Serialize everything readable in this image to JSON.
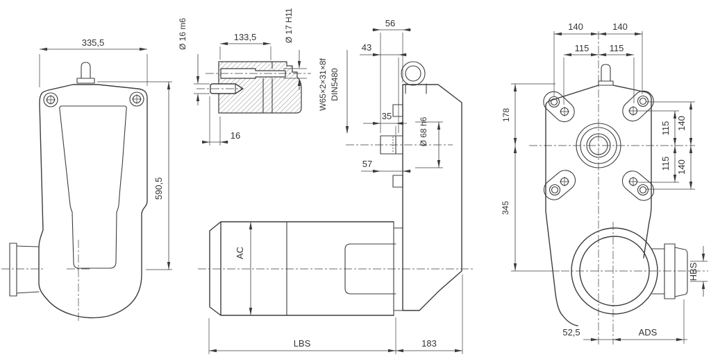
{
  "drawing": {
    "kind": "engineering-multiview-drawing",
    "colors": {
      "background": "#ffffff",
      "line": "#3b3b3b"
    },
    "views": {
      "side": {
        "width": "335,5",
        "height": "590,5"
      },
      "section": {
        "width": "133,5",
        "pin_diameter": "Ø 16 m6",
        "bore_diameter": "Ø 17 H11",
        "pin_protrusion": "16"
      },
      "drive": {
        "dim_56": "56",
        "dim_43": "43",
        "spline_line1": "W65×2×31×8f",
        "spline_line2": "DIN5480",
        "dim_35": "35",
        "hub_diameter": "Ø 68 h6",
        "dim_57": "57",
        "motor_diameter": "AC",
        "motor_length": "LBS",
        "housing_width": "183"
      },
      "front": {
        "span_140_left": "140",
        "span_140_right": "140",
        "span_115_left": "115",
        "span_115_right": "115",
        "top_to_axis": "178",
        "axis_to_drum": "345",
        "upper_115": "115",
        "upper_140": "140",
        "lower_115": "115",
        "lower_140": "140",
        "drum_offset": "52,5",
        "drum_to_port": "ADS",
        "port_size": "HBS"
      }
    }
  }
}
